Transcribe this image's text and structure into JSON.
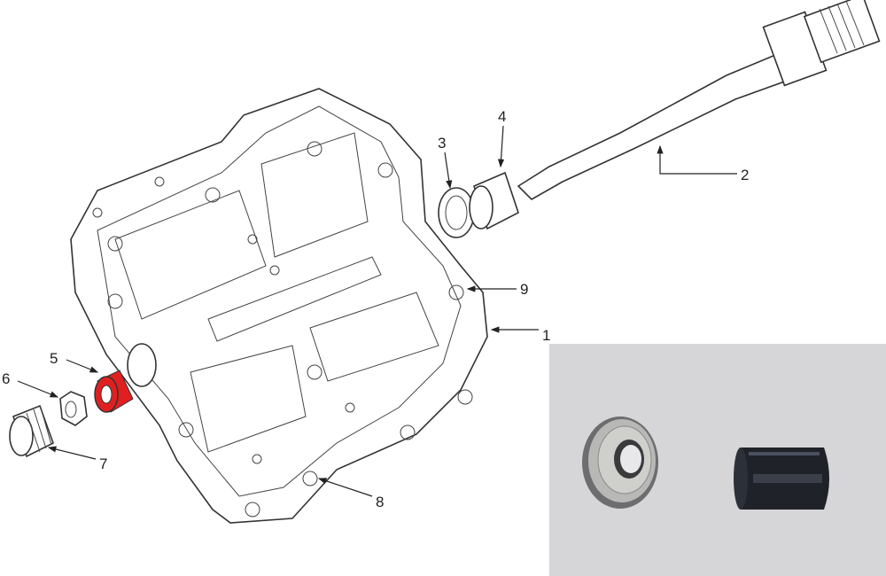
{
  "diagram": {
    "callouts": [
      {
        "id": "1",
        "label": "1"
      },
      {
        "id": "2",
        "label": "2"
      },
      {
        "id": "3",
        "label": "3"
      },
      {
        "id": "4",
        "label": "4"
      },
      {
        "id": "5",
        "label": "5"
      },
      {
        "id": "6",
        "label": "6"
      },
      {
        "id": "7",
        "label": "7"
      },
      {
        "id": "8",
        "label": "8"
      },
      {
        "id": "9",
        "label": "9"
      }
    ],
    "highlight_color": "#e02020",
    "photo_background": "#d6d6d8"
  }
}
